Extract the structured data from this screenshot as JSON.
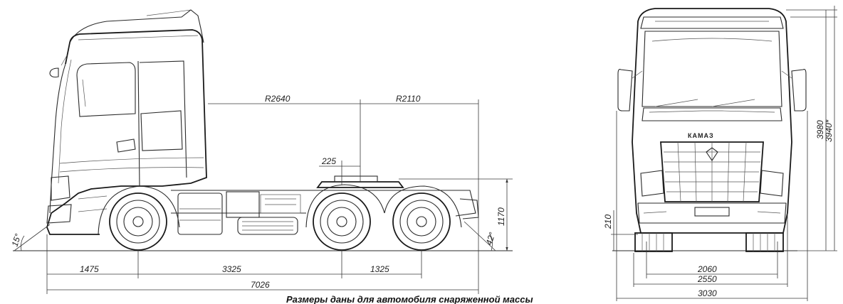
{
  "side_view": {
    "radius_front": "R2640",
    "radius_rear": "R2110",
    "fifth_wheel_offset": "225",
    "fifth_wheel_height": "1170",
    "approach_angle": "15°",
    "departure_angle": "42°",
    "front_overhang": "1475",
    "wheelbase_front": "3325",
    "wheelbase_rear": "1325",
    "overall_length": "7026"
  },
  "front_view": {
    "ground_clearance": "210",
    "track_width": "2060",
    "body_width": "2550",
    "mirror_width": "3030",
    "height_1": "3980",
    "height_2": "3940*",
    "grille_brand": "КАМАЗ"
  },
  "caption": "Размеры даны для автомобиля снаряженной массы"
}
